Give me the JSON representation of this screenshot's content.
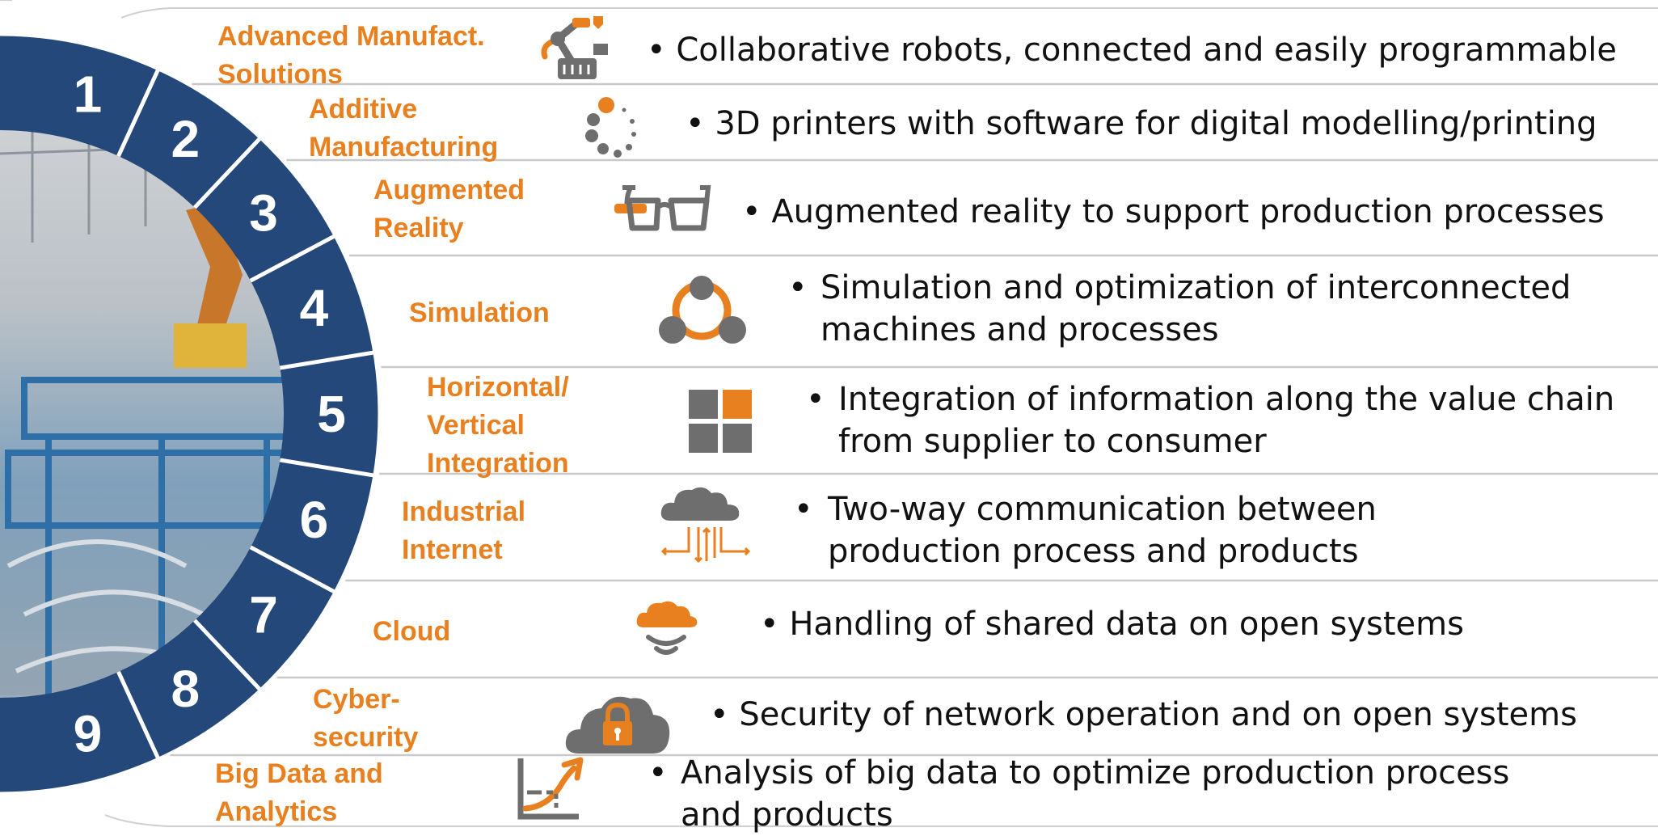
{
  "colors": {
    "ring_blue": "#24487a",
    "accent_orange": "#e8801f",
    "icon_gray": "#6e6e6e",
    "row_line": "#c9c9c9"
  },
  "bullet": "•",
  "technologies": [
    {
      "number": "1",
      "label": "Advanced Manufact.\nSolutions",
      "icon": "robot-arm-icon",
      "description": "Collaborative robots, connected and easily programmable"
    },
    {
      "number": "2",
      "label": "Additive\nManufacturing",
      "icon": "3d-print-dots-icon",
      "description": "3D printers with software for digital modelling/printing"
    },
    {
      "number": "3",
      "label": "Augmented\nReality",
      "icon": "ar-glasses-icon",
      "description": "Augmented reality to support production processes"
    },
    {
      "number": "4",
      "label": "Simulation",
      "icon": "simulation-network-icon",
      "description": "Simulation and optimization of interconnected\nmachines and processes"
    },
    {
      "number": "5",
      "label": "Horizontal/\nVertical\nIntegration",
      "icon": "integration-grid-icon",
      "description": "Integration of information along the value chain\nfrom supplier to consumer"
    },
    {
      "number": "6",
      "label": "Industrial\nInternet",
      "icon": "cloud-arrows-icon",
      "description": "Two-way communication between\nproduction process and products"
    },
    {
      "number": "7",
      "label": "Cloud",
      "icon": "cloud-signal-icon",
      "description": "Handling of shared data on open systems"
    },
    {
      "number": "8",
      "label": "Cyber-\nsecurity",
      "icon": "cloud-lock-icon",
      "description": "Security of network operation and on open systems"
    },
    {
      "number": "9",
      "label": "Big Data and\nAnalytics",
      "icon": "analytics-chart-icon",
      "description": "Analysis of big data to optimize production process\nand products"
    }
  ]
}
